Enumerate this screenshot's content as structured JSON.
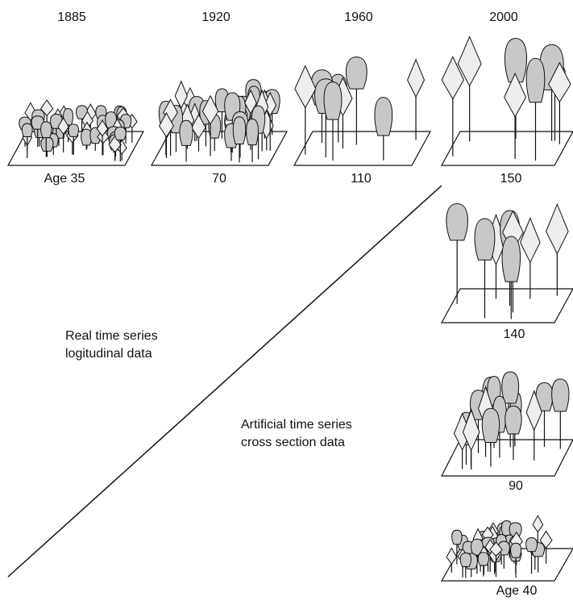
{
  "years": [
    {
      "label": "1885"
    },
    {
      "label": "1920"
    },
    {
      "label": "1960"
    },
    {
      "label": "2000"
    }
  ],
  "ages": [
    {
      "label": "Age 35"
    },
    {
      "label": "70"
    },
    {
      "label": "110"
    },
    {
      "label": "150"
    },
    {
      "label": "140"
    },
    {
      "label": "90"
    },
    {
      "label": "Age 40"
    }
  ],
  "real_series": {
    "line1": "Real time series",
    "line2": "logitudinal data"
  },
  "artificial_series": {
    "line1": "Artificial time series",
    "line2": "cross section data"
  },
  "colors": {
    "ink": "#111111",
    "deciduous_crown": "#c8c8c8",
    "conifer_crown": "#eeeeee",
    "background": "#ffffff"
  },
  "icons": {
    "deciduous": "deciduous-tree-icon",
    "conifer": "conifer-tree-icon"
  }
}
